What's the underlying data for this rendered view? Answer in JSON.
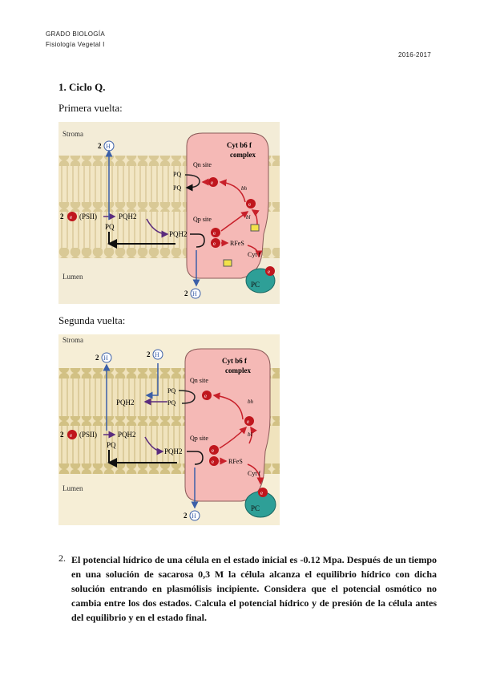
{
  "header": {
    "degree": "GRADO BIOLOGÍA",
    "course": "Fisiología Vegetal I",
    "year": "2016-2017"
  },
  "section1": {
    "title": "1.  Ciclo Q.",
    "first_label": "Primera vuelta:",
    "second_label": "Segunda vuelta:"
  },
  "diagram1": {
    "stroma": "Stroma",
    "lumen": "Lumen",
    "complex_line1": "Cyt b6 f",
    "complex_line2": "complex",
    "qn_site": "Qn site",
    "qp_site": "Qp site",
    "pq": "PQ",
    "pq_radical": "PQ",
    "pqh2": "PQH2",
    "psii": "(PSII)",
    "two_top": "2",
    "two_bottom": "2",
    "two_e": "2",
    "bh": "bh",
    "bl": "bl",
    "rfes": "RFeS",
    "cytf": "Cyt f",
    "pc": "PC",
    "h": "H",
    "e": "e"
  },
  "diagram2": {
    "stroma": "Stroma",
    "lumen": "Lumen",
    "complex_line1": "Cyt b6 f",
    "complex_line2": "complex",
    "qn_site": "Qn site",
    "qp_site": "Qp site",
    "pq": "PQ",
    "pq2": "PQ",
    "pqh2": "PQH2",
    "pqh2b": "PQH2",
    "pqh2c": "PQH2",
    "psii": "(PSII)",
    "two_top": "2",
    "two_top2": "2",
    "two_bottom": "2",
    "two_e": "2",
    "bh": "bh",
    "bl": "bl",
    "rfes": "RFeS",
    "cytf": "Cyt f",
    "pc": "PC",
    "h": "H",
    "e": "e"
  },
  "question2": {
    "number": "2.",
    "text": "El potencial hídrico de una célula en el estado inicial es -0.12 Mpa. Después de un tiempo en una solución de sacarosa 0,3 M la célula alcanza el equilibrio hídrico con dicha solución entrando en plasmólisis incipiente. Considera que el potencial osmótico no cambia entre los dos estados. Calcula el potencial hídrico y de presión de la célula antes del equilibrio y en el estado final."
  },
  "colors": {
    "membrane": "#f2ead2",
    "membrane_head": "#d9c996",
    "complex": "#f5b9b6",
    "complex_edge": "#8a5a58",
    "pc": "#2e9f97",
    "electron": "#c0161d",
    "proton": "#3b5fa8",
    "arrow_red": "#c8202a",
    "arrow_purple": "#5b2c7e"
  }
}
